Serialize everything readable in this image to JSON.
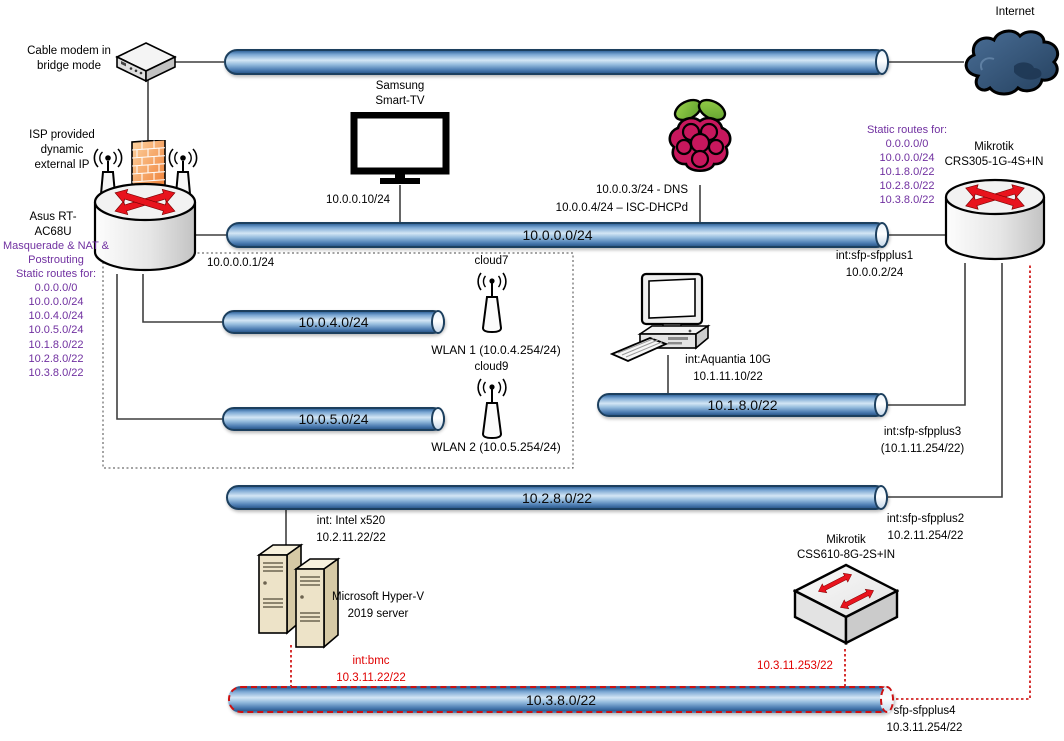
{
  "title": "Home network topology diagram",
  "colors": {
    "pipe_blue": "#5B8AC2",
    "pipe_border": "#1C3F5E",
    "notes_purple": "#7030A0",
    "alert_red": "#E00000",
    "cloud_navy": "#2F4E6E",
    "firewall_orange": "#F08A3C",
    "arrow_red": "#E8131D",
    "rpi_magenta": "#C8175D",
    "rpi_green": "#7AC043"
  },
  "nodes": {
    "internet": {
      "label": "Internet"
    },
    "cable_modem": {
      "label": "Cable modem in\nbridge mode"
    },
    "isp_note": "ISP provided\ndynamic\nexternal IP",
    "asus_router": {
      "label": "Asus RT-\nAC68U",
      "notes": "Masquerade & NAT &\nPostrouting\nStatic routes for:\n0.0.0.0/0\n10.0.0.0/24\n10.0.4.0/24\n10.0.5.0/24\n10.1.8.0/22\n10.2.8.0/22\n10.3.8.0/22",
      "lan_ip": "10.0.0.0.1/24"
    },
    "smart_tv": {
      "label": "Samsung\nSmart-TV",
      "ip": "10.0.0.10/24"
    },
    "raspberry_pi": {
      "services": "10.0.0.3/24 -  DNS\n10.0.0.4/24 – ISC-DHCPd"
    },
    "crs305": {
      "routes": "Static routes for:\n0.0.0.0/0\n10.0.0.0/24\n10.1.8.0/22\n10.2.8.0/22\n10.3.8.0/22",
      "label": "Mikrotik\nCRS305-1G-4S+IN",
      "sfpplus1": "int:sfp-sfpplus1\n10.0.0.2/24",
      "sfpplus3": "int:sfp-sfpplus3\n(10.1.11.254/22)",
      "sfpplus2": "int:sfp-sfpplus2\n10.2.11.254/22",
      "sfpplus4": "sfp-sfpplus4\n10.3.11.254/22"
    },
    "wlan1": {
      "cloud": "cloud7",
      "label": "WLAN 1 (10.0.4.254/24)"
    },
    "wlan2": {
      "cloud": "cloud9",
      "label": "WLAN 2 (10.0.5.254/24)"
    },
    "desktop_pc": {
      "nic": "int:Aquantia 10G\n10.1.11.10/22"
    },
    "hyperv_server": {
      "nic": "int: Intel x520\n10.2.11.22/22",
      "label": "Microsoft Hyper-V\n2019 server",
      "bmc": "int:bmc\n10.3.11.22/22"
    },
    "css610": {
      "label": "Mikrotik\nCSS610-8G-2S+IN",
      "bmc_ip": "10.3.11.253/22"
    }
  },
  "pipes": {
    "wan": "",
    "lan": "10.0.0.0/24",
    "wlan1": "10.0.4.0/24",
    "wlan2": "10.0.5.0/24",
    "net_10_1_8": "10.1.8.0/22",
    "net_10_2_8": "10.2.8.0/22",
    "net_10_3_8": "10.3.8.0/22"
  }
}
